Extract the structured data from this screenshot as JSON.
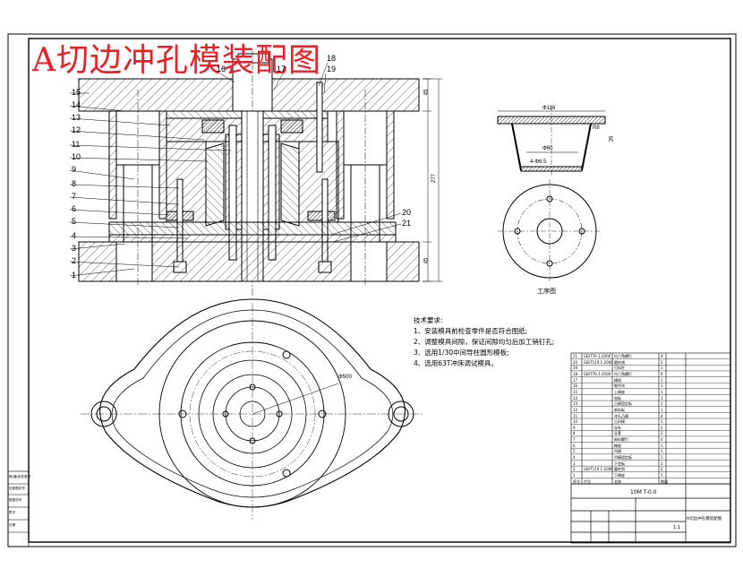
{
  "title": "A切边冲孔模装配图",
  "part_numbers_left": [
    "15",
    "14",
    "13",
    "12",
    "11",
    "10",
    "9",
    "8",
    "7",
    "6",
    "5",
    "4",
    "3",
    "2",
    "1"
  ],
  "part_numbers_top": [
    "16",
    "17",
    "18",
    "19"
  ],
  "part_numbers_right": [
    "20",
    "21"
  ],
  "dimension_labels": {
    "height_total": "277",
    "upper_plate": "45",
    "lower_plate": "45",
    "phi_large": "Φ500",
    "workpiece_width": "Φ116",
    "workpiece_inner": "Φ60",
    "workpiece_h": "35",
    "workpiece_r": "R8",
    "workpiece_holes": "4-Φ6.5"
  },
  "workpiece_caption": "工序图",
  "notes": {
    "heading": "技术要求:",
    "items": [
      "1、安装模具前检查零件是否符合图纸;",
      "2、调整模具间隙，保证间隙均匀后加工销钉孔;",
      "3、选用1/30中间导柱圆形模板;",
      "4、选用63T冲床调试模具。"
    ]
  },
  "title_block": {
    "drawing_no": "10M T-0.0",
    "drawing_name": "A切边冲孔模装配图",
    "scale": "1:1",
    "left_stamp_rows": [
      "借(通)用件登记",
      "旧底图总号",
      "底图总号",
      "签字",
      "日期"
    ]
  },
  "bom_rows": [
    [
      "21",
      "GB/T70.1-2000",
      "内六角螺钉",
      "4"
    ],
    [
      "20",
      "GB/T119.1-2000",
      "圆柱销",
      "2"
    ],
    [
      "19",
      "",
      "打料杆",
      "1"
    ],
    [
      "18",
      "GB/T70.1-2000",
      "内六角螺钉",
      "4"
    ],
    [
      "17",
      "",
      "模柄",
      "1"
    ],
    [
      "16",
      "",
      "推件块",
      "1"
    ],
    [
      "15",
      "",
      "上模座",
      "1"
    ],
    [
      "14",
      "",
      "垫板",
      "1"
    ],
    [
      "13",
      "",
      "凸模固定板",
      "1"
    ],
    [
      "12",
      "",
      "卸料板",
      "1"
    ],
    [
      "11",
      "",
      "冲孔凸模",
      "4"
    ],
    [
      "10",
      "",
      "凸凹模",
      "1"
    ],
    [
      "9",
      "",
      "导柱",
      "2"
    ],
    [
      "8",
      "",
      "导套",
      "2"
    ],
    [
      "7",
      "",
      "卸料螺钉",
      "4"
    ],
    [
      "6",
      "",
      "橡胶",
      "1"
    ],
    [
      "5",
      "",
      "凹模",
      "1"
    ],
    [
      "4",
      "",
      "凹模固定板",
      "1"
    ],
    [
      "3",
      "",
      "下垫板",
      "1"
    ],
    [
      "2",
      "GB/T119.1-2000",
      "圆柱销",
      "2"
    ],
    [
      "1",
      "",
      "下模座",
      "1"
    ]
  ],
  "bom_header": [
    "序号",
    "代号",
    "名称",
    "数量"
  ],
  "colors": {
    "title": "#e8202a",
    "line": "#000000",
    "hatch": "#000000"
  }
}
